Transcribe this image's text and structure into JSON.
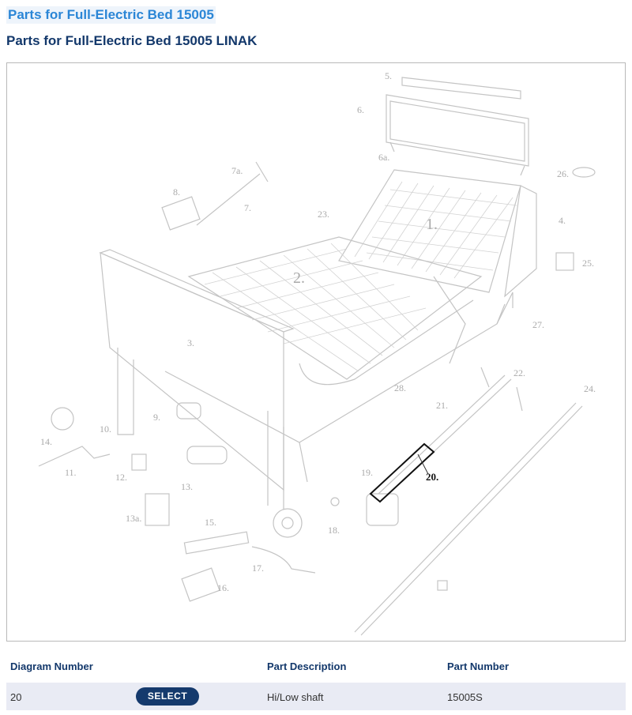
{
  "header": {
    "title_link": "Parts for Full-Electric Bed 15005",
    "subtitle": "Parts for Full-Electric Bed 15005 LINAK"
  },
  "diagram": {
    "callouts": [
      "1.",
      "2.",
      "3.",
      "4.",
      "5.",
      "6.",
      "6a.",
      "7.",
      "7a.",
      "8.",
      "9.",
      "10.",
      "11.",
      "12.",
      "13.",
      "13a.",
      "14.",
      "15.",
      "16.",
      "17.",
      "18.",
      "19.",
      "20.",
      "21.",
      "22.",
      "23.",
      "24.",
      "25.",
      "26.",
      "27.",
      "28."
    ],
    "highlighted_callout": "20."
  },
  "table": {
    "headers": {
      "diagram_number": "Diagram Number",
      "part_description": "Part Description",
      "part_number": "Part Number"
    },
    "rows": [
      {
        "diagram_number": "20",
        "select_label": "SELECT",
        "part_description": "Hi/Low shaft",
        "part_number": "15005S"
      }
    ]
  },
  "colors": {
    "accent": "#2b86d6",
    "heading": "#13386b",
    "button": "#153a6d",
    "row_bg": "#e9ebf4"
  }
}
